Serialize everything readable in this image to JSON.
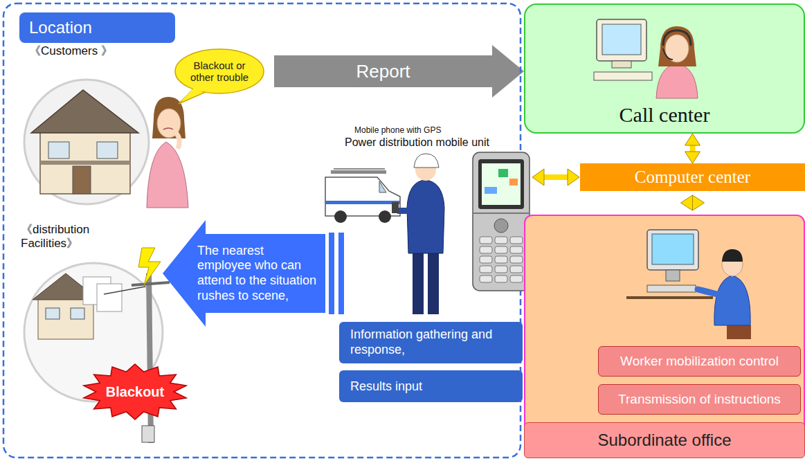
{
  "diagram": {
    "nodes": [
      {
        "text": [
          "Location"
        ]
      },
      {
        "text": [
          "Blackout or other trouble"
        ]
      },
      {
        "text": [
          "Call center"
        ]
      },
      {
        "text": [
          "Computer center"
        ]
      },
      {
        "text": [
          "Subordinate office"
        ]
      },
      {
        "text": [
          "Worker mobilization control"
        ],
        "in": 4
      },
      {
        "text": [
          "Transmission of instructions"
        ],
        "in": 4
      },
      {
        "text": [
          "Blackout"
        ]
      },
      {
        "text": [
          "The nearest employee who can attend to the situation rushes to scene,"
        ]
      },
      {
        "text": [
          "Information gathering and response,"
        ]
      },
      {
        "text": [
          "Results input"
        ]
      }
    ],
    "edges": [
      {
        "from": 1,
        "to": 2,
        "arrow": "to",
        "label": "Report"
      },
      {
        "from": 2,
        "to": 3,
        "arrow": "both"
      },
      {
        "from": 3,
        "to": 4,
        "arrow": "both"
      }
    ],
    "labels": [
      "《Customers 》",
      "《distribution Facilities》",
      "Mobile phone with GPS",
      "Power distribution mobile unit"
    ]
  }
}
